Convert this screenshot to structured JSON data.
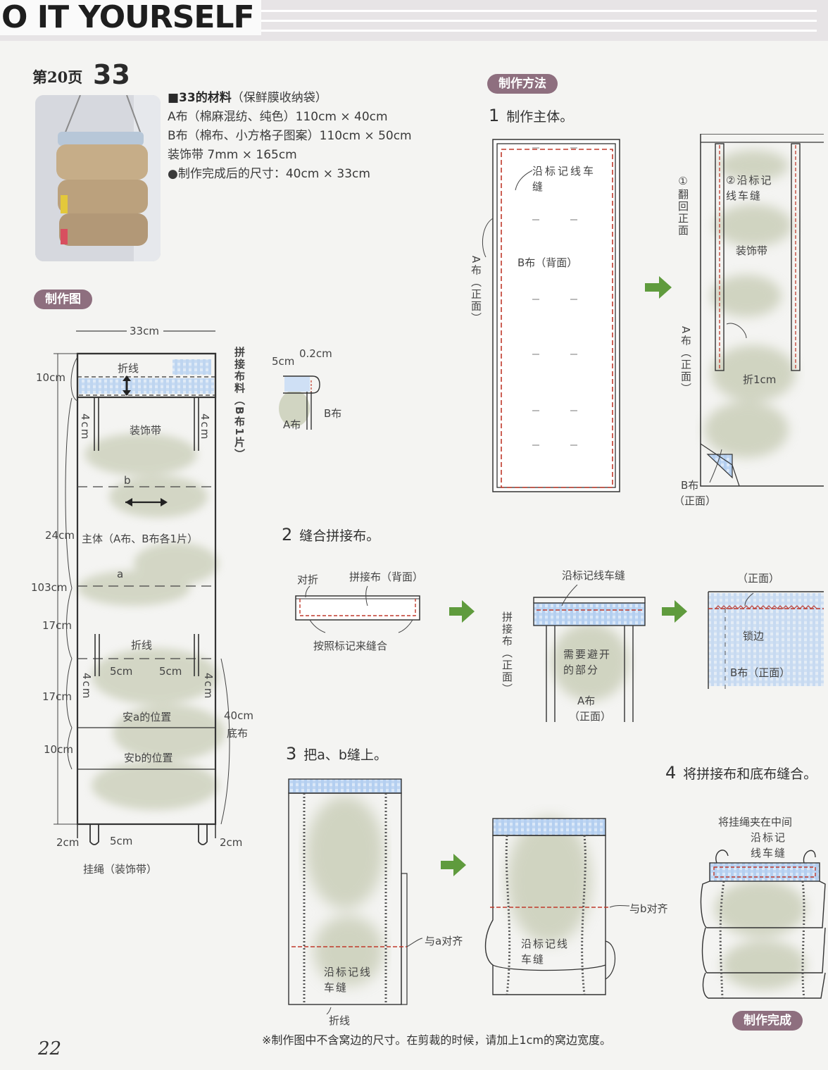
{
  "header": {
    "brand": "O IT YOURSELF"
  },
  "reference": {
    "page_label": "第20页",
    "item_number": "33"
  },
  "materials": {
    "title": "■33的材料",
    "subtitle": "（保鲜膜收纳袋）",
    "lines": [
      "A布（棉麻混纺、纯色）110cm × 40cm",
      "B布（棉布、小方格子图案）110cm × 50cm",
      "装饰带 7mm × 165cm",
      "●制作完成后的尺寸：40cm × 33cm"
    ]
  },
  "badges": {
    "pattern": "制作图",
    "method": "制作方法",
    "done": "制作完成"
  },
  "pattern": {
    "width": "33cm",
    "heights": [
      "10cm",
      "24cm",
      "103cm",
      "17cm",
      "17cm",
      "10cm"
    ],
    "fold_line": "折线",
    "fold_line_2": "折线",
    "trim": "装饰带",
    "cm4": "4cm",
    "b": "b",
    "a": "a",
    "body": "主体（A布、B布各1片）",
    "cm5_left": "5cm",
    "cm5_right": "5cm",
    "pos_a": "安a的位置",
    "pos_b": "安b的位置",
    "bottom_cloth": "40cm",
    "bottom_cloth_label": "底布",
    "joint_cloth": "拼接布料（B布1片）",
    "cm2_left": "2cm",
    "cm5_bottom": "5cm",
    "cm2_right": "2cm",
    "hanger": "挂绳（装饰带）"
  },
  "detail": {
    "cm5": "5cm",
    "cm02": "0.2cm",
    "b_cloth": "B布",
    "a_cloth": "A布"
  },
  "steps": [
    {
      "n": "1",
      "text": "制作主体。"
    },
    {
      "n": "2",
      "text": "缝合拼接布。"
    },
    {
      "n": "3",
      "text": "把a、b缝上。"
    },
    {
      "n": "4",
      "text": "将拼接布和底布缝合。"
    }
  ],
  "step1": {
    "sew_mark": "沿标记线车缝",
    "b_back": "B布（背面）",
    "a_front": "A布（正面）",
    "fold_front": "①翻回正面",
    "sew_mark_2": "②沿标记线车缝",
    "trim": "装饰带",
    "a_front_2": "A布（正面）",
    "fold_1cm": "折1cm",
    "b_front": "B布",
    "b_front_sub": "（正面）"
  },
  "step2": {
    "fold_half": "对折",
    "joint_back": "拼接布（背面）",
    "sew_by_mark": "按照标记来缝合",
    "sew_mark": "沿标记线车缝",
    "joint_front": "拼接布（正面）",
    "avoid": "需要避开的部分",
    "a_front": "A布",
    "a_front_sub": "（正面）",
    "front": "（正面）",
    "overlock": "锁边",
    "b_front": "B布（正面）"
  },
  "step3": {
    "align_a": "与a对齐",
    "sew_mark": "沿标记线车缝",
    "fold": "折线",
    "align_b": "与b对齐",
    "sew_mark_2": "沿标记线车缝"
  },
  "step4": {
    "clip": "将挂绳夹在中间",
    "sew_mark": "沿标记线车缝"
  },
  "footnote": "※制作图中不含窝边的尺寸。在剪裁的时候，请加上1cm的窝边宽度。",
  "page_number": "22",
  "colors": {
    "badge": "#8e6f7f",
    "stitch": "#c0392b",
    "arrow": "#5f9b3d",
    "gingham": "#a9c8ee",
    "fabric": "#b9bfa2"
  }
}
